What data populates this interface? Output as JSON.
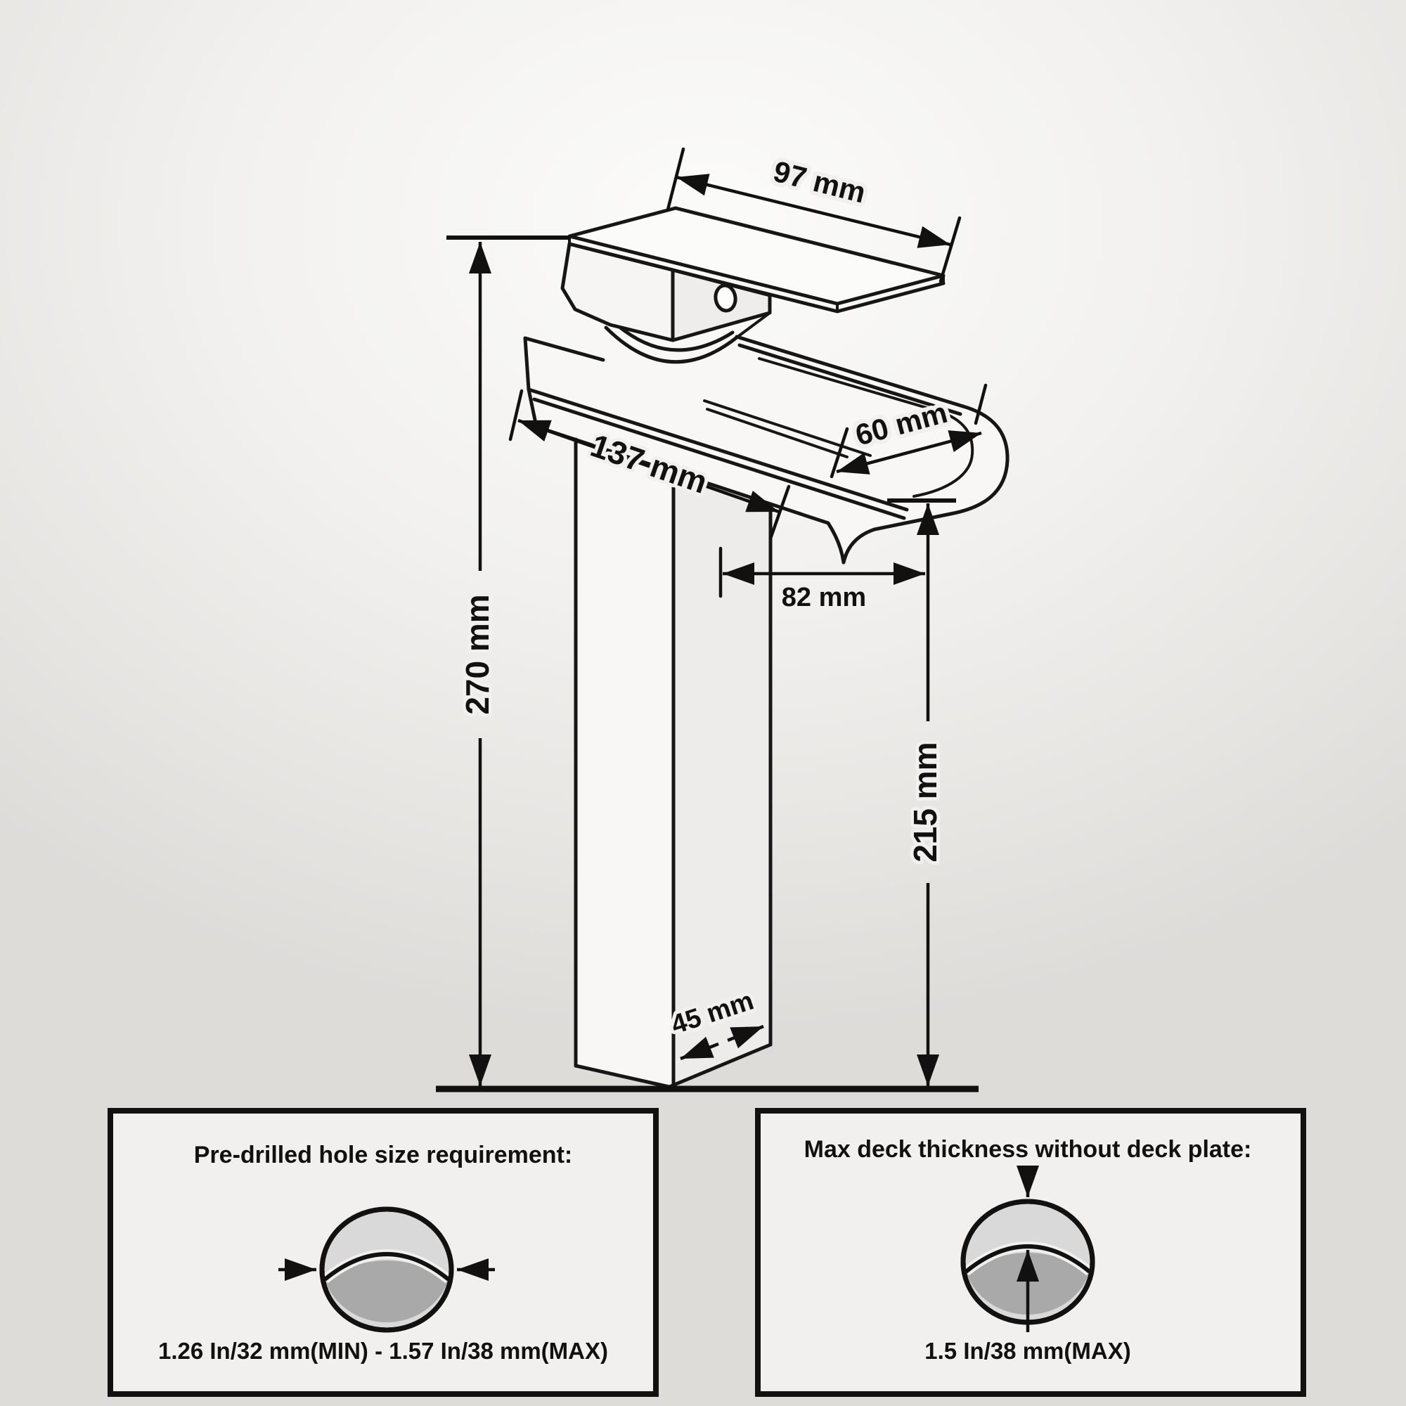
{
  "diagram": {
    "type": "faucet-installation-dimension-drawing",
    "dimensions": {
      "handle_plate_width": "97 mm",
      "spout_length": "137 mm",
      "spout_channel_width": "60 mm",
      "spout_outlet_offset": "82 mm",
      "overall_height": "270 mm",
      "spout_outlet_height": "215 mm",
      "body_depth": "45 mm"
    },
    "info_boxes": {
      "hole_size": {
        "title": "Pre-drilled hole size requirement:",
        "value": "1.26 In/32 mm(MIN) - 1.57 In/38 mm(MAX)"
      },
      "deck_thickness": {
        "title": "Max deck thickness without deck plate:",
        "value": "1.5 In/38 mm(MAX)"
      }
    },
    "colors": {
      "line": "#161616",
      "hole_wall": "#d9d9d9",
      "hole_shadow": "#a9a9a9",
      "background": "#efeeec"
    }
  }
}
